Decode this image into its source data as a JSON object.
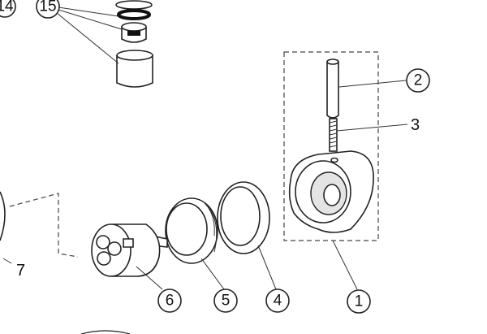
{
  "callouts": {
    "c1": "1",
    "c2": "2",
    "c3": "3",
    "c4": "4",
    "c5": "5",
    "c6": "6",
    "c7": "7",
    "c14": "14",
    "c15": "15"
  }
}
